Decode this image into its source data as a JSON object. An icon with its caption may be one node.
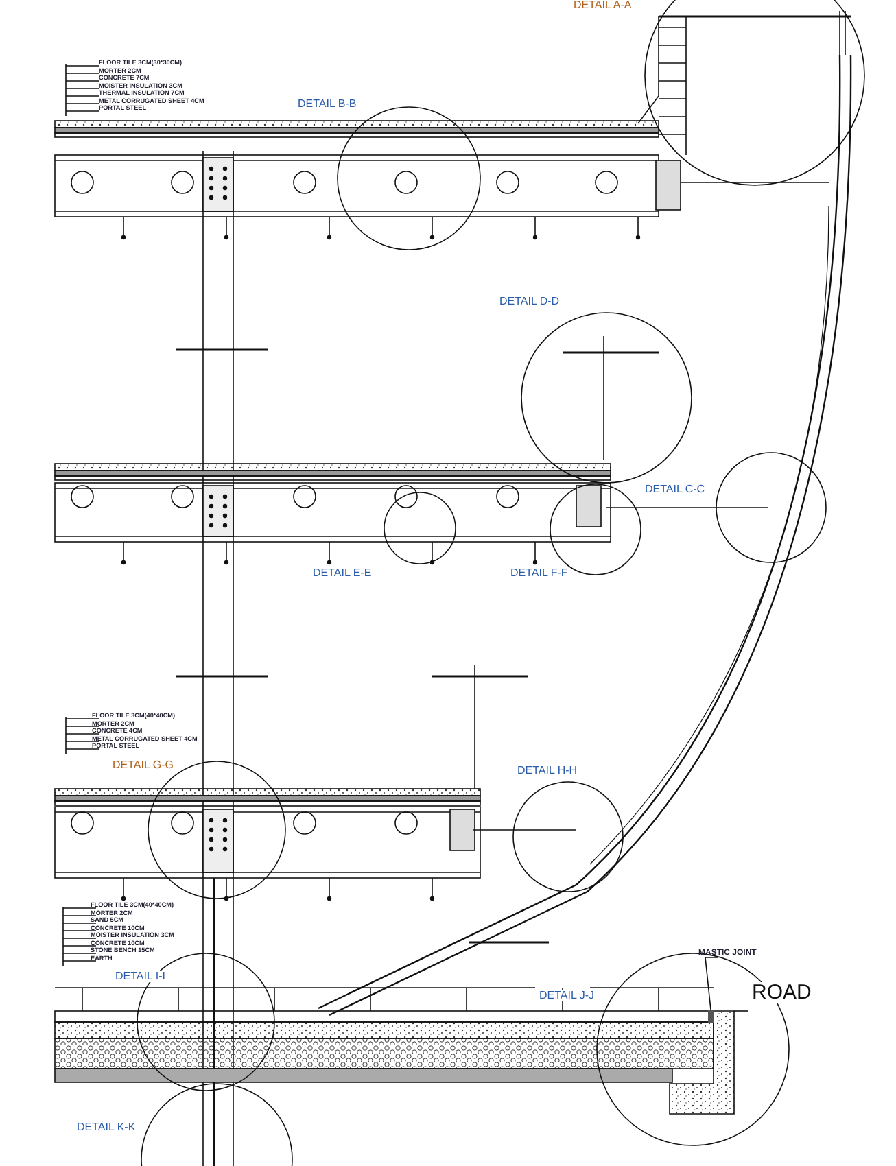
{
  "diagram": {
    "nodes": [
      {
        "text": [
          "MASTIC JOINT"
        ]
      },
      {
        "text": [],
        "shape": "box"
      }
    ],
    "edges": [
      {
        "from": 0,
        "to": 1,
        "arrow": "none"
      }
    ],
    "labels": [
      "DETAIL A-A",
      "FLOOR TILE 3CM(30*30CM)",
      "MORTER 2CM",
      "CONCRETE 7CM",
      "MOISTER INSULATION 3CM",
      "THERMAL INSULATION 7CM",
      "METAL CORRUGATED SHEET 4CM",
      "PORTAL STEEL",
      "DETAIL B-B",
      "DETAIL D-D",
      "DETAIL C-C",
      "DETAIL E-E",
      "DETAIL F-F",
      "FLOOR TILE 3CM(40*40CM)",
      "MORTER 2CM",
      "CONCRETE 4CM",
      "METAL CORRUGATED SHEET 4CM",
      "PORTAL STEEL",
      "DETAIL G-G",
      "DETAIL H-H",
      "FLOOR TILE 3CM(40*40CM)",
      "MORTER 2CM",
      "SAND 5CM",
      "CONCRETE 10CM",
      "MOISTER INSULATION 3CM",
      "CONCRETE 10CM",
      "STONE BENCH 15CM",
      "EARTH",
      "ROAD",
      "DETAIL I-I",
      "DETAIL J-J",
      "DETAIL K-K"
    ]
  }
}
